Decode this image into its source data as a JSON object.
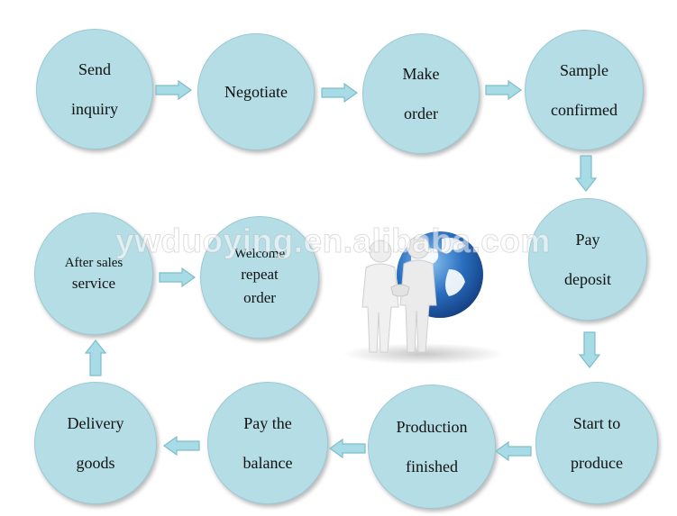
{
  "nodes": {
    "send_inquiry": [
      "Send",
      "inquiry"
    ],
    "negotiate": [
      "Negotiate"
    ],
    "make_order": [
      "Make",
      "order"
    ],
    "sample_confirmed": [
      "Sample",
      "confirmed"
    ],
    "pay_deposit": [
      "Pay",
      "deposit"
    ],
    "start_to_produce": [
      "Start to",
      "produce"
    ],
    "production_finished": [
      "Production",
      "finished"
    ],
    "pay_the_balance": [
      "Pay the",
      "balance"
    ],
    "delivery_goods": [
      "Delivery",
      "goods"
    ],
    "after_sales_service": [
      "After sales",
      "service"
    ],
    "welcome_repeat_order": [
      "Welcome",
      "repeat",
      "order"
    ]
  },
  "watermark": "ywduoying.en.alibaba.com",
  "colors": {
    "circle_fill": "#b4dde6",
    "circle_border": "#9cc9d4",
    "arrow_fill": "#a7dbe6",
    "arrow_stroke": "#7fbccb",
    "globe_blue": "#2a6fc0"
  },
  "icons": {
    "illustration": "handshake-globe-icon",
    "arrow": "block-arrow-icon"
  }
}
